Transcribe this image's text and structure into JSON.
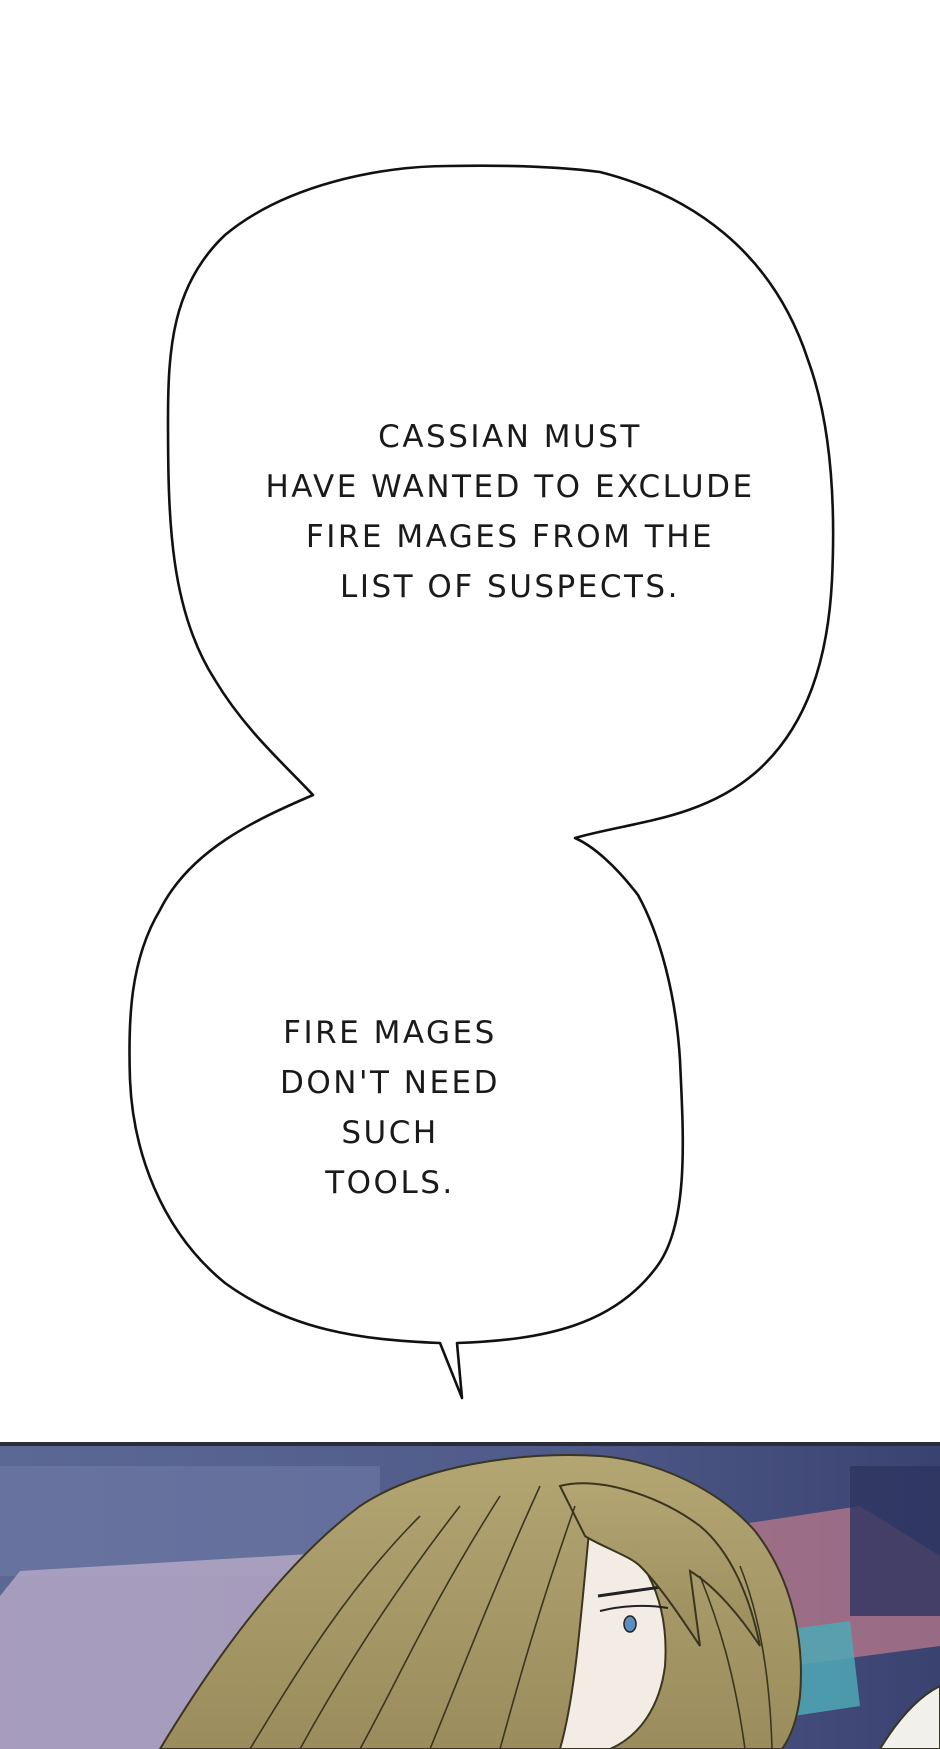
{
  "bubble": {
    "top_text": "CASSIAN MUST\nHAVE WANTED TO EXCLUDE\nFIRE MAGES FROM THE\nLIST OF SUSPECTS.",
    "bottom_text": "FIRE MAGES\nDON'T NEED SUCH\nTOOLS."
  },
  "colors": {
    "background": "#ffffff",
    "bubble_stroke": "#111111",
    "text": "#1a1a1a",
    "hair": "#a79a6a",
    "panel_bg": "#5f6b9a"
  },
  "icons": {
    "speech_bubble": "speech-bubble-icon",
    "character": "character-illustration"
  }
}
